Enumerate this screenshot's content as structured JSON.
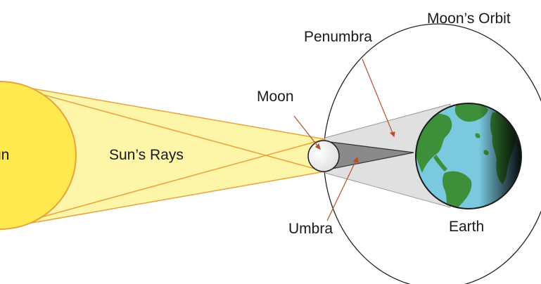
{
  "labels": {
    "orbit": "Moon’s Orbit",
    "penumbra": "Penumbra",
    "moon": "Moon",
    "sun": "Sun",
    "rays": "Sun’s Rays",
    "umbra": "Umbra",
    "earth": "Earth"
  },
  "colors": {
    "sun_fill": "#ffe94f",
    "sun_stroke": "#e8a33a",
    "rays_fill": "#fdf5a8",
    "rays_stroke": "#e8a33a",
    "penumbra_fill": "#e0e0e0",
    "umbra_fill": "#888888",
    "pointer": "#b5502b",
    "ocean": "#7ac9df",
    "land": "#3d8f3a",
    "orbit_stroke": "#222222"
  },
  "icons": {
    "sun": "sun-disc",
    "moon": "moon-disc",
    "earth": "earth-globe"
  }
}
